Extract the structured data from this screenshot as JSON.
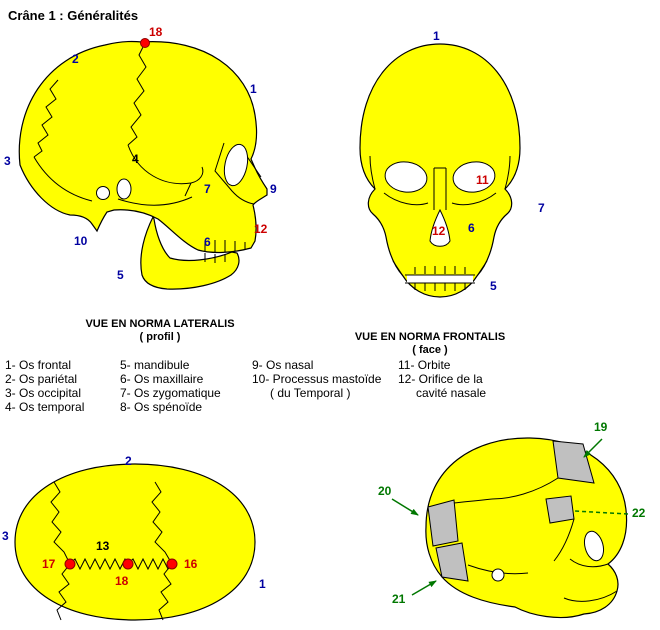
{
  "title": "Crâne 1 : Généralités",
  "colors": {
    "bone": "#FFFF00",
    "fontanelle": "#C0C0C0",
    "blue": "#0000A0",
    "red": "#CC0000",
    "dot": "#FF0000",
    "green": "#007700"
  },
  "figures": {
    "lateral": {
      "caption": "VUE EN NORMA LATERALIS",
      "subcaption": "( profil )",
      "labels": {
        "n18": "18",
        "n2": "2",
        "n1": "1",
        "n3": "3",
        "n4": "4",
        "n7": "7",
        "n9": "9",
        "n10": "10",
        "n6": "6",
        "n12": "12",
        "n5": "5"
      }
    },
    "frontal": {
      "caption": "VUE EN NORMA FRONTALIS",
      "subcaption": "( face )",
      "labels": {
        "n1": "1",
        "n11": "11",
        "n7": "7",
        "n12": "12",
        "n6": "6",
        "n5": "5"
      }
    },
    "superior": {
      "labels": {
        "n2": "2",
        "n3": "3",
        "n13": "13",
        "n17": "17",
        "n18": "18",
        "n16": "16",
        "n1": "1"
      }
    },
    "neonatal": {
      "labels": {
        "n19": "19",
        "n20": "20",
        "n21": "21",
        "n22": "22"
      }
    }
  },
  "legend": {
    "col1": [
      "1- Os frontal",
      "2- Os pariétal",
      "3- Os occipital",
      "4- Os temporal"
    ],
    "col2": [
      "5- mandibule",
      "6- Os maxillaire",
      "7- Os zygomatique",
      "8- Os spénoïde"
    ],
    "col3": [
      "9- Os nasal",
      "10- Processus mastoïde",
      "( du Temporal )"
    ],
    "col4": [
      "11- Orbite",
      "12- Orifice de la",
      "cavité nasale"
    ]
  }
}
